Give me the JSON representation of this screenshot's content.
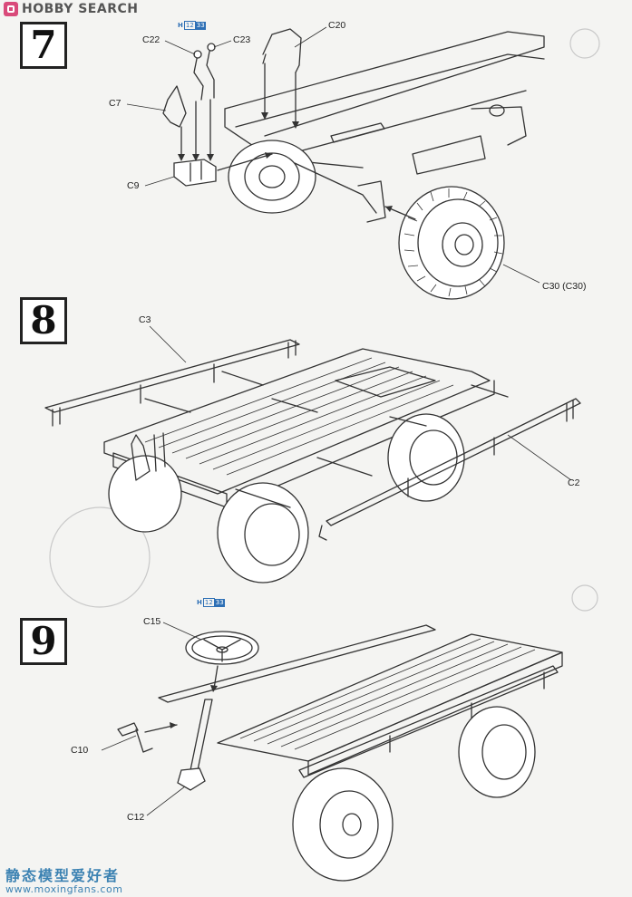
{
  "header": {
    "brand": "HOBBY SEARCH"
  },
  "steps": [
    {
      "number": "7"
    },
    {
      "number": "8"
    },
    {
      "number": "9"
    }
  ],
  "hbadges": [
    {
      "prefix": "H",
      "a": "12",
      "b": "33"
    },
    {
      "prefix": "H",
      "a": "12",
      "b": "33"
    }
  ],
  "labels": {
    "c22": "C22",
    "c23": "C23",
    "c20": "C20",
    "c7": "C7",
    "c9": "C9",
    "c30": "C30 (C30)",
    "c3": "C3",
    "c2": "C2",
    "c15": "C15",
    "c10": "C10",
    "c12": "C12"
  },
  "watermark": {
    "cn": "静态模型爱好者",
    "url": "www.moxingfans.com"
  },
  "colors": {
    "badge": "#d94a7a",
    "hlink": "#2d6fb5",
    "watermark": "#1d6fa8"
  }
}
